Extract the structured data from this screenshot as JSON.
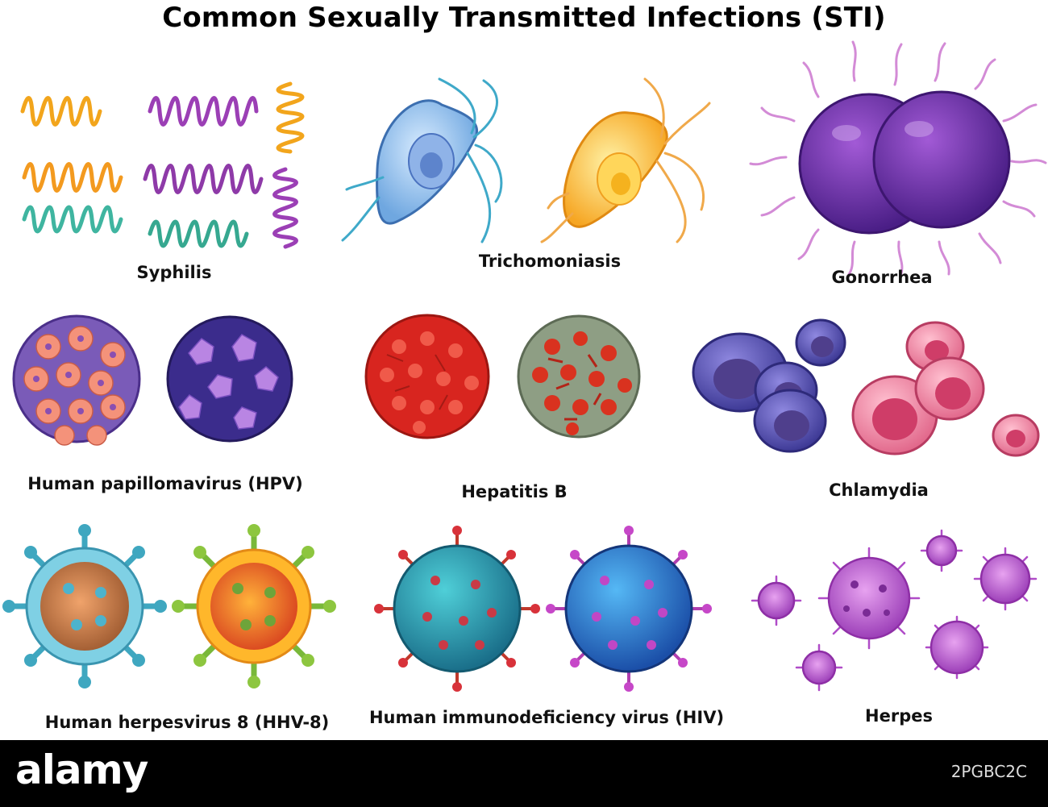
{
  "title": "Common Sexually Transmitted Infections (STI)",
  "labels": {
    "syphilis": "Syphilis",
    "trichomoniasis": "Trichomoniasis",
    "gonorrhea": "Gonorrhea",
    "hpv": "Human papillomavirus (HPV)",
    "hepatitis_b": "Hepatitis B",
    "chlamydia": "Chlamydia",
    "hhv8": "Human herpesvirus 8 (HHV-8)",
    "hiv": "Human immunodeficiency virus (HIV)",
    "herpes": "Herpes"
  },
  "footer": {
    "logo": "alamy",
    "stock_id": "2PGBC2C"
  },
  "colors": {
    "syphilis": [
      "#f2a51c",
      "#9b3fb5",
      "#3fb5a0"
    ],
    "trichomoniasis": [
      "#8fc1ef",
      "#f7b43a"
    ],
    "gonorrhea": "#6d2fa8",
    "hpv": [
      "#f08a6a",
      "#9a5fd6"
    ],
    "hepatitis_b": [
      "#e0302a",
      "#c0392b"
    ],
    "chlamydia": [
      "#6b62c6",
      "#ee7d9c"
    ],
    "hhv8": [
      "#5bbfd9",
      "#e96b2a"
    ],
    "hiv": [
      "#2eafc0",
      "#2f8fe0"
    ],
    "herpes": "#b04cc8"
  }
}
